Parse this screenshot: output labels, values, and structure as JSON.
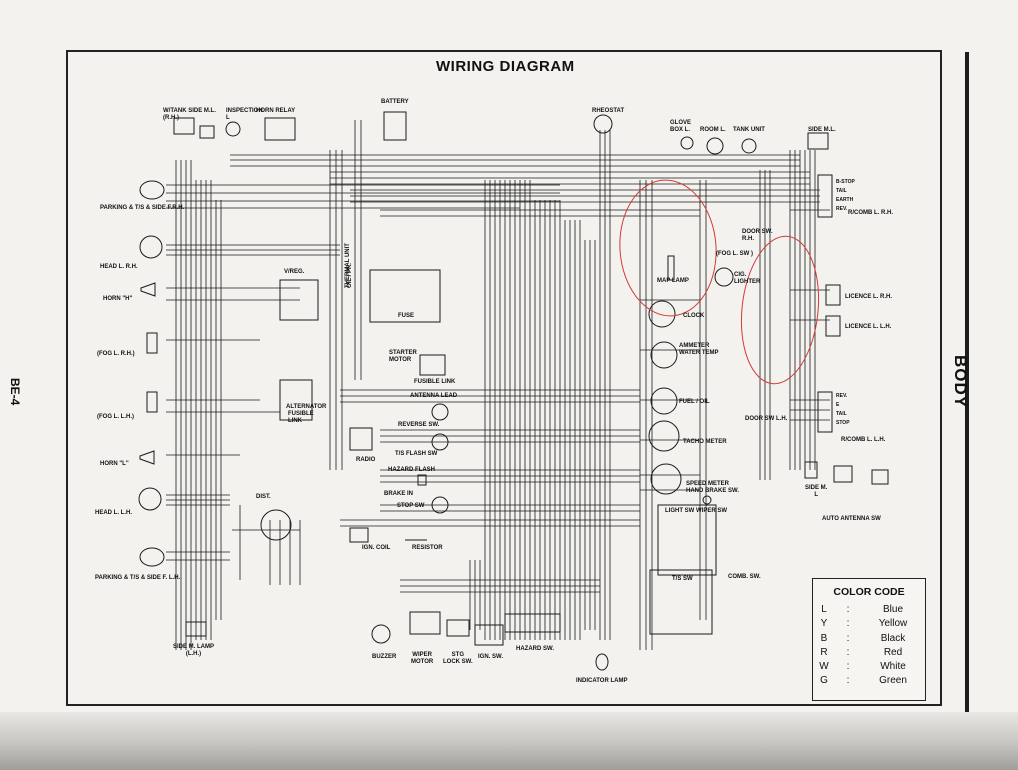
{
  "title": "WIRING DIAGRAM",
  "page_number": "BE-4",
  "side_label": "BODY",
  "components": [
    {
      "id": "w-tank-side-ml",
      "text": "W/TANK SIDE M.L.\n(R.H.)"
    },
    {
      "id": "inspection",
      "text": "INSPECTION\nL"
    },
    {
      "id": "horn-relay",
      "text": "HORN RELAY"
    },
    {
      "id": "battery",
      "text": "BATTERY"
    },
    {
      "id": "rheostat",
      "text": "RHEOSTAT"
    },
    {
      "id": "glove-box",
      "text": "GLOVE\nBOX L."
    },
    {
      "id": "room-l",
      "text": "ROOM L."
    },
    {
      "id": "tank-unit",
      "text": "TANK UNIT"
    },
    {
      "id": "side-ml-rh",
      "text": "SIDE M.L."
    },
    {
      "id": "parking-rh",
      "text": "PARKING & T/S & SIDE F.R.H."
    },
    {
      "id": "head-rh",
      "text": "HEAD L. R.H."
    },
    {
      "id": "horn-h",
      "text": "HORN \"H\""
    },
    {
      "id": "fog-rh",
      "text": "(FOG L. R.H.)"
    },
    {
      "id": "fog-lh",
      "text": "(FOG L. L.H.)"
    },
    {
      "id": "horn-l",
      "text": "HORN \"L\""
    },
    {
      "id": "head-lh",
      "text": "HEAD L. L.H."
    },
    {
      "id": "parking-lh",
      "text": "PARKING & T/S & SIDE F. L.H."
    },
    {
      "id": "side-m-lamp",
      "text": "SIDE M. LAMP\n(L.H.)"
    },
    {
      "id": "vreg",
      "text": "V/REG."
    },
    {
      "id": "alternator",
      "text": "ALTERNATOR"
    },
    {
      "id": "fusible-link",
      "text": "FUSIBLE\nLINK"
    },
    {
      "id": "thermal-unit",
      "text": "THERMAL UNIT"
    },
    {
      "id": "oil-pr",
      "text": "OIL / PR."
    },
    {
      "id": "fuse",
      "text": "FUSE"
    },
    {
      "id": "starter",
      "text": "STARTER\nMOTOR"
    },
    {
      "id": "fusible-link2",
      "text": "FUSIBLE LINK"
    },
    {
      "id": "antenna-lead",
      "text": "ANTENNA LEAD"
    },
    {
      "id": "reverse-sw",
      "text": "REVERSE SW."
    },
    {
      "id": "ts-flash-sw",
      "text": "T/S FLASH SW"
    },
    {
      "id": "radio",
      "text": "RADIO"
    },
    {
      "id": "hazard-flash",
      "text": "HAZARD FLASH"
    },
    {
      "id": "brake-in",
      "text": "BRAKE IN"
    },
    {
      "id": "stop-sw",
      "text": "STOP SW"
    },
    {
      "id": "dist",
      "text": "DIST."
    },
    {
      "id": "ign-coil",
      "text": "IGN. COIL"
    },
    {
      "id": "resistor",
      "text": "RESISTOR"
    },
    {
      "id": "buzzer",
      "text": "BUZZER"
    },
    {
      "id": "wiper-motor",
      "text": "WIPER\nMOTOR"
    },
    {
      "id": "stg-lock",
      "text": "STG\nLOCK SW."
    },
    {
      "id": "ign-sw",
      "text": "IGN. SW."
    },
    {
      "id": "hazard-sw",
      "text": "HAZARD SW."
    },
    {
      "id": "indicator-lamp",
      "text": "INDICATOR LAMP"
    },
    {
      "id": "map-lamp",
      "text": "MAP LAMP"
    },
    {
      "id": "fog-l-sw",
      "text": "(FOG L. SW )"
    },
    {
      "id": "cig-lighter",
      "text": "CIG.\nLIGHTER"
    },
    {
      "id": "door-sw",
      "text": "DOOR SW.\nR.H."
    },
    {
      "id": "clock",
      "text": "CLOCK"
    },
    {
      "id": "ammeter",
      "text": "AMMETER\nWATER TEMP"
    },
    {
      "id": "fuel-oil",
      "text": "FUEL / OIL"
    },
    {
      "id": "tacho",
      "text": "TACHO METER"
    },
    {
      "id": "speed-meter",
      "text": "SPEED METER\nHAND BRAKE SW."
    },
    {
      "id": "door-sw-lh",
      "text": "DOOR SW L.H."
    },
    {
      "id": "light-sw",
      "text": "LIGHT SW    WIPER SW"
    },
    {
      "id": "comb-sw",
      "text": "COMB. SW."
    },
    {
      "id": "ts-sw",
      "text": "T/S SW"
    },
    {
      "id": "rcomb-rh",
      "text": "R/COMB L. R.H."
    },
    {
      "id": "licence-rh",
      "text": "LICENCE L. R.H."
    },
    {
      "id": "licence-lh",
      "text": "LICENCE L. L.H."
    },
    {
      "id": "rcomb-lh",
      "text": "R/COMB L. L.H."
    },
    {
      "id": "side-ml-lh",
      "text": "SIDE M.\nL"
    },
    {
      "id": "auto-antenna",
      "text": "AUTO ANTENNA SW"
    },
    {
      "id": "tail-stop-rh",
      "text": "B-STOP\nTAIL\nEARTH\nREV."
    },
    {
      "id": "tail-stop-lh",
      "text": "REV.\nE\nTAIL\nSTOP"
    }
  ],
  "color_code": {
    "title": "COLOR CODE",
    "rows": [
      {
        "code": "L",
        "name": "Blue"
      },
      {
        "code": "Y",
        "name": "Yellow"
      },
      {
        "code": "B",
        "name": "Black"
      },
      {
        "code": "R",
        "name": "Red"
      },
      {
        "code": "W",
        "name": "White"
      },
      {
        "code": "G",
        "name": "Green"
      }
    ]
  },
  "annotation_color": "#d23a3a",
  "line_color": "#1a1a1a"
}
